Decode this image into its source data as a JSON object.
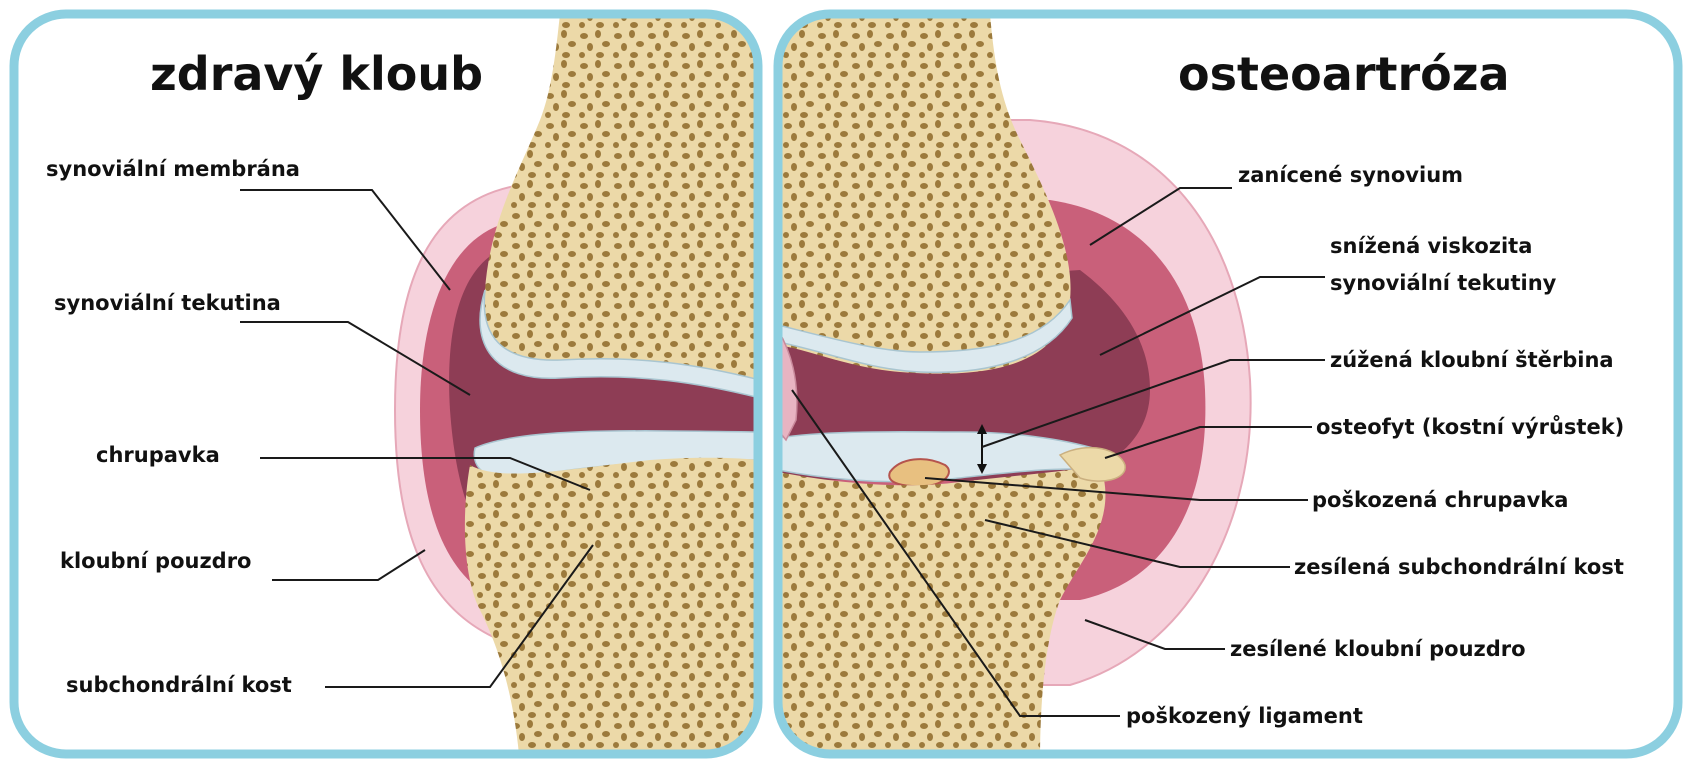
{
  "titles": {
    "left": "zdravý kloub",
    "right": "osteoartróza"
  },
  "labels_left": [
    "synoviální membrána",
    "synoviální tekutina",
    "chrupavka",
    "kloubní pouzdro",
    "subchondrální kost"
  ],
  "labels_right": [
    "zanícené synovium",
    "snížená viskozita",
    "synoviální tekutiny",
    "zúžená kloubní štěrbina",
    "osteofyt (kostní výrůstek)",
    "poškozená chrupavka",
    "zesílená subchondrální kost",
    "zesílené kloubní pouzdro",
    "poškozený ligament"
  ],
  "colors": {
    "frame": "#8ccfe0",
    "bone": "#ecd9a8",
    "bone_spots": "#9c7a3c",
    "cartilage": "#dce9ef",
    "capsule": "#f6d2dc",
    "synovium": "#c9607a",
    "fluid": "#8e3d55"
  }
}
